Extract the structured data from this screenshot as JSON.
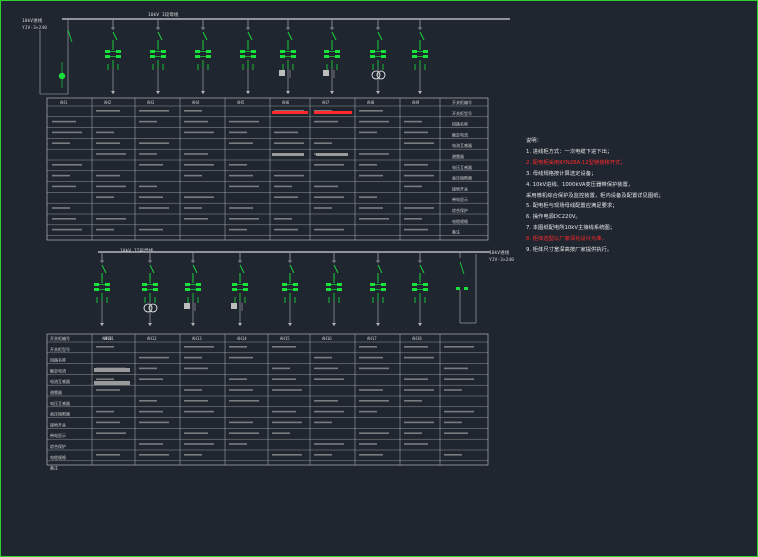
{
  "colors": {
    "background": "#1f2630",
    "frame": "#2fd12f",
    "lines": "#b4b4b4",
    "symbols": "#19e13c",
    "highlight": "#ff2a2a",
    "text": "#e8e8e8"
  },
  "notes": {
    "title": "说明：",
    "items": [
      {
        "text": "1. 进线柜方式：一次电缆下进下出；",
        "highlight": false
      },
      {
        "text": "2. 配电柜采用KYN28A-12型铠装移开式；",
        "highlight": true
      },
      {
        "text": "3. 母线规格按计算选定设备；",
        "highlight": false
      },
      {
        "text": "4. 10kV进线、1000kVA变压器带保护装置，",
        "highlight": false
      },
      {
        "text": "采用微机综合保护及监控装置，柜内设备及配置详见图纸；",
        "highlight": false
      },
      {
        "text": "5. 配电柜与现场母线配置应满足要求；",
        "highlight": false
      },
      {
        "text": "6. 操作电源DC220V。",
        "highlight": false
      },
      {
        "text": "7. 本图纸配电所10kV主接线系统图；",
        "highlight": false
      },
      {
        "text": "8. 柜体选型以厂家深化设计为准。",
        "highlight": true
      },
      {
        "text": "9. 柜体尺寸宽深高按厂家提供执行。",
        "highlight": false
      }
    ]
  },
  "top_bus": {
    "label": "10kV I段母线"
  },
  "bottom_bus": {
    "label": "10kV II段母线"
  },
  "top_left_label": "10kV进线\nYJV-3×240",
  "bottom_right_label": "10kV进线\nYJV-3×240",
  "top_panel": {
    "cabinets": [
      "AH1",
      "AH2",
      "AH3",
      "AH4",
      "AH5",
      "AH6",
      "AH7",
      "AH8",
      "AH9"
    ],
    "row_headers": [
      "开关柜编号",
      "开关柜型号",
      "回路名称",
      "额定电流",
      "电流互感器",
      "避雷器",
      "电压互感器",
      "高压熔断器",
      "接地开关",
      "带电显示",
      "综合保护",
      "电缆规格",
      "备注"
    ]
  },
  "bottom_panel": {
    "cabinets": [
      "AH10",
      "AH11",
      "AH12",
      "AH13",
      "AH14",
      "AH15",
      "AH16",
      "AH17",
      "AH18"
    ],
    "row_headers": [
      "开关柜编号",
      "开关柜型号",
      "回路名称",
      "额定电流",
      "电流互感器",
      "避雷器",
      "电压互感器",
      "高压熔断器",
      "接地开关",
      "带电显示",
      "综合保护",
      "电缆规格",
      "备注"
    ]
  }
}
